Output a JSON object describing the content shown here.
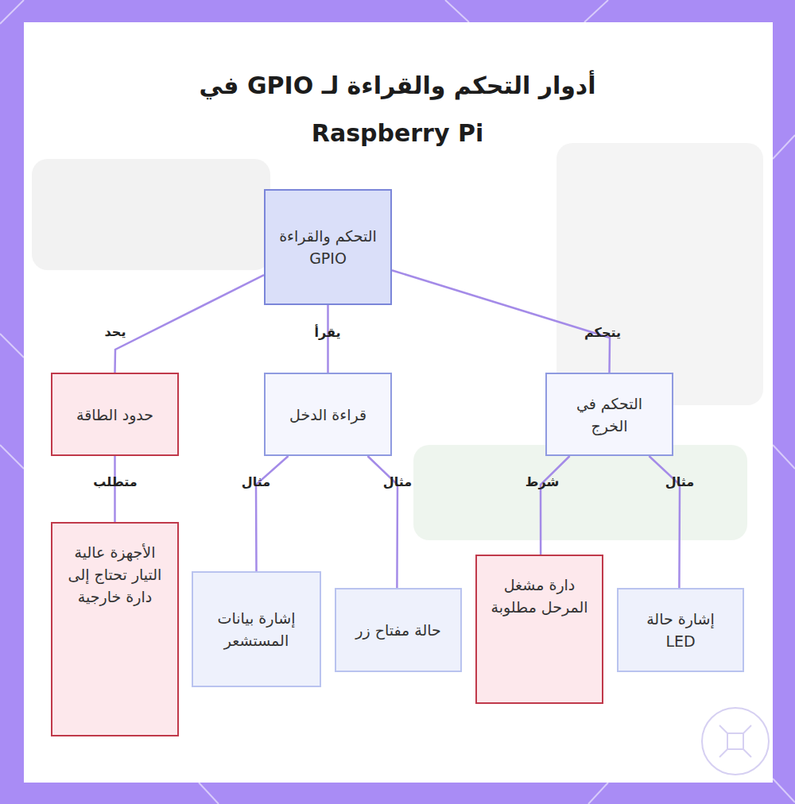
{
  "diagram": {
    "title": "أدوار التحكم والقراءة لـ GPIO في Raspberry Pi",
    "nodes": [
      {
        "text": [
          "التحكم والقراءة GPIO"
        ]
      },
      {
        "text": [
          "التحكم في الخرج"
        ]
      },
      {
        "text": [
          "قراءة الدخل"
        ]
      },
      {
        "text": [
          "حدود الطاقة"
        ]
      },
      {
        "text": [
          "إشارة حالة LED"
        ]
      },
      {
        "text": [
          "دارة مشغل المرحل مطلوبة"
        ]
      },
      {
        "text": [
          "حالة مفتاح زر"
        ]
      },
      {
        "text": [
          "إشارة بيانات المستشعر"
        ]
      },
      {
        "text": [
          "الأجهزة عالية التيار تحتاج إلى دارة خارجية"
        ]
      }
    ],
    "edges": [
      {
        "from": 0,
        "to": 1,
        "label": "يتحكم",
        "arrow": "none"
      },
      {
        "from": 0,
        "to": 2,
        "label": "يقرأ",
        "arrow": "none"
      },
      {
        "from": 0,
        "to": 3,
        "label": "يحد",
        "arrow": "none"
      },
      {
        "from": 1,
        "to": 4,
        "label": "مثال",
        "arrow": "none"
      },
      {
        "from": 1,
        "to": 5,
        "label": "شرط",
        "arrow": "none"
      },
      {
        "from": 2,
        "to": 6,
        "label": "مثال",
        "arrow": "none"
      },
      {
        "from": 2,
        "to": 7,
        "label": "مثال",
        "arrow": "none"
      },
      {
        "from": 3,
        "to": 8,
        "label": "متطلب",
        "arrow": "none"
      }
    ]
  }
}
